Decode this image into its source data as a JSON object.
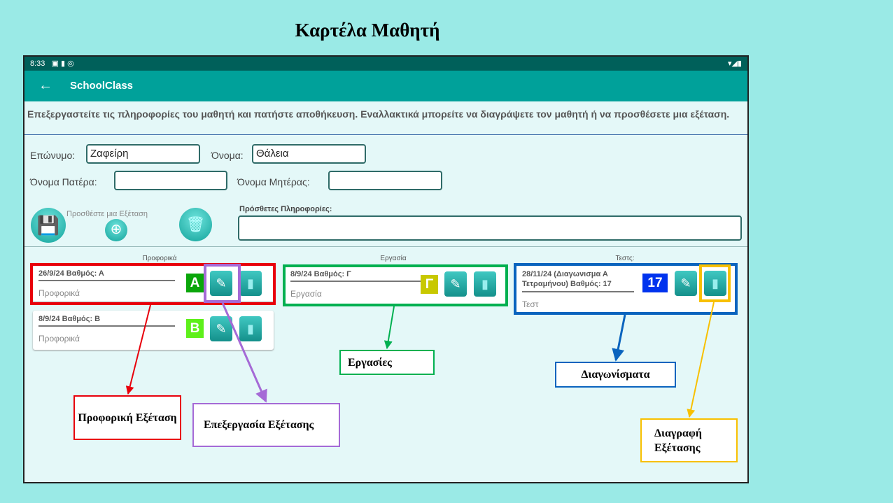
{
  "title": "Καρτέλα Μαθητή",
  "status_bar": {
    "time": "8:33"
  },
  "app_bar": {
    "title": "SchoolClass"
  },
  "description": "Επεξεργαστείτε τις πληροφορίες του μαθητή και πατήστε αποθήκευση. Εναλλακτικά μπορείτε να διαγράψετε τον μαθητή ή να προσθέσετε μια εξέταση.",
  "form": {
    "surname_label": "Επώνυμο:",
    "surname_value": "Ζαφείρη",
    "name_label": "Όνομα:",
    "name_value": "Θάλεια",
    "father_label": "Όνομα Πατέρα:",
    "father_value": "",
    "mother_label": "Όνομα Μητέρας:",
    "mother_value": "",
    "add_exam_label": "Προσθέστε μια Εξέταση",
    "extra_label": "Πρόσθετες Πληροφορίες:",
    "extra_value": ""
  },
  "columns": {
    "oral": {
      "header": "Προφορικά",
      "cards": [
        {
          "line1": "26/9/24  Βαθμός: Α",
          "line2": "Προφορικά",
          "grade": "A",
          "grade_color": "#0aa60a"
        },
        {
          "line1": "8/9/24  Βαθμός: Β",
          "line2": "Προφορικά",
          "grade": "B",
          "grade_color": "#5ef01a"
        }
      ]
    },
    "project": {
      "header": "Εργασία",
      "cards": [
        {
          "line1": "8/9/24  Βαθμός: Γ",
          "line2": "Εργασία",
          "grade": "Γ",
          "grade_color": "#c8c800"
        }
      ]
    },
    "test": {
      "header": "Τεστς:",
      "cards": [
        {
          "line1": "28/11/24  (Διαγωνισμα Α Τετραμήνου)  Βαθμός: 17",
          "line2": "Τεστ",
          "grade": "17",
          "grade_color": "#0033ee"
        }
      ]
    }
  },
  "annotations": {
    "oral": "Προφορική Εξέταση",
    "edit": "Επεξεργασία Εξέτασης",
    "projects": "Εργασίες",
    "tests": "Διαγωνίσματα",
    "delete": "Διαγραφή Εξέτασης"
  },
  "colors": {
    "appbar": "#00a19a",
    "red": "#e8000b",
    "purple": "#a56ad6",
    "green": "#00b050",
    "blue": "#0a64be",
    "yellow": "#f8c000"
  }
}
